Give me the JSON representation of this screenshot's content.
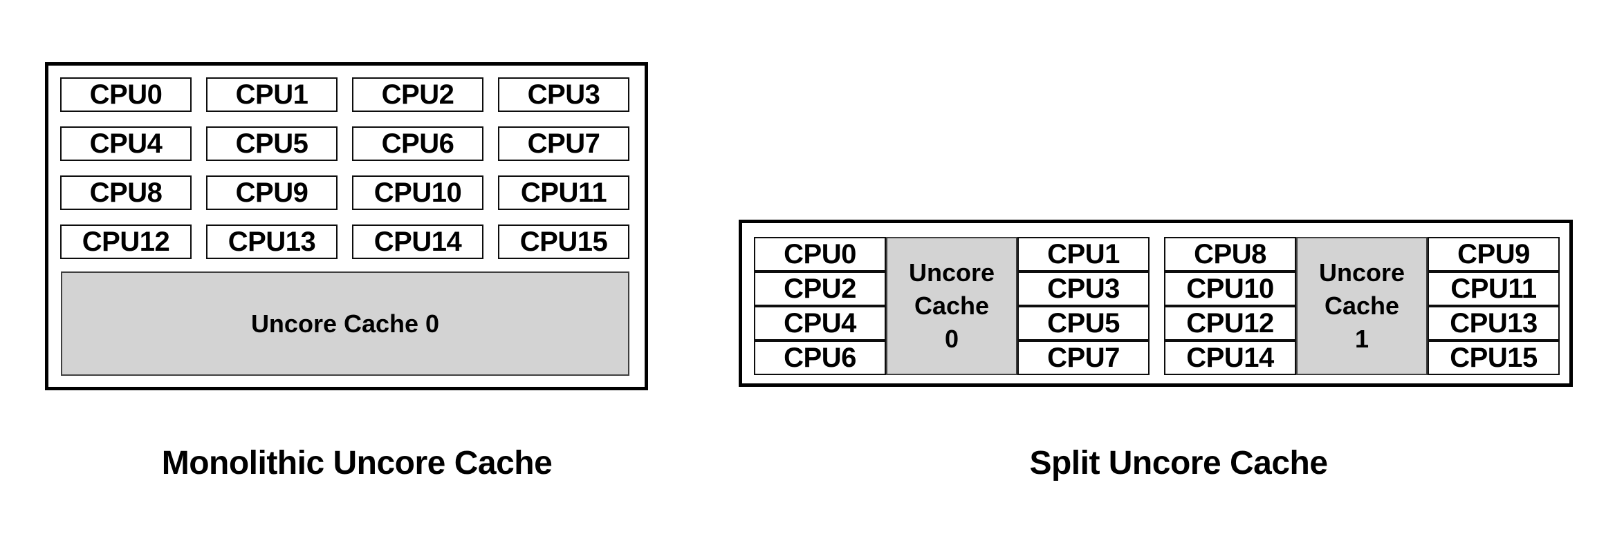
{
  "colors": {
    "background": "#ffffff",
    "box_border": "#000000",
    "cpu_border": "#0d0d0d",
    "cache_fill": "#d3d3d3",
    "cache_border": "#3f3f3f",
    "text": "#000000"
  },
  "monolithic": {
    "caption": "Monolithic Uncore Cache",
    "cpus": [
      "CPU0",
      "CPU1",
      "CPU2",
      "CPU3",
      "CPU4",
      "CPU5",
      "CPU6",
      "CPU7",
      "CPU8",
      "CPU9",
      "CPU10",
      "CPU11",
      "CPU12",
      "CPU13",
      "CPU14",
      "CPU15"
    ],
    "cache_label": "Uncore Cache 0"
  },
  "split": {
    "caption": "Split Uncore Cache",
    "clusters": [
      {
        "left_cpus": [
          "CPU0",
          "CPU2",
          "CPU4",
          "CPU6"
        ],
        "cache": {
          "lines": [
            "Uncore",
            "Cache",
            "0"
          ]
        },
        "right_cpus": [
          "CPU1",
          "CPU3",
          "CPU5",
          "CPU7"
        ]
      },
      {
        "left_cpus": [
          "CPU8",
          "CPU10",
          "CPU12",
          "CPU14"
        ],
        "cache": {
          "lines": [
            "Uncore",
            "Cache",
            "1"
          ]
        },
        "right_cpus": [
          "CPU9",
          "CPU11",
          "CPU13",
          "CPU15"
        ]
      }
    ]
  }
}
